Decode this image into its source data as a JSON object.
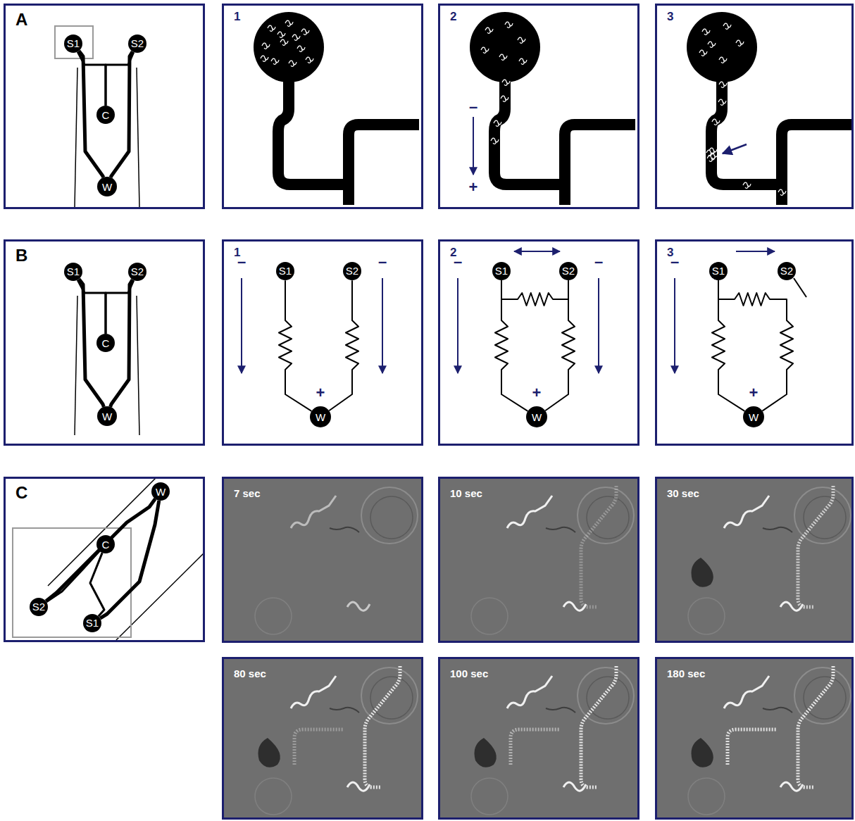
{
  "diagram": {
    "nodes": [
      {
        "text": [
          "A"
        ]
      },
      {
        "text": [
          "S1"
        ],
        "in": 0
      },
      {
        "text": [
          "S2"
        ],
        "in": 0
      },
      {
        "text": [
          "C"
        ],
        "in": 0
      },
      {
        "text": [
          "W"
        ],
        "in": 0
      },
      {
        "text": [
          "1"
        ]
      },
      {
        "text": [
          "2"
        ]
      },
      {
        "text": [
          "3"
        ]
      },
      {
        "text": [
          "B"
        ]
      },
      {
        "text": [
          "S1"
        ],
        "in": 8
      },
      {
        "text": [
          "S2"
        ],
        "in": 8
      },
      {
        "text": [
          "C"
        ],
        "in": 8
      },
      {
        "text": [
          "W"
        ],
        "in": 8
      },
      {
        "text": [
          "1"
        ]
      },
      {
        "text": [
          "S1"
        ],
        "in": 13
      },
      {
        "text": [
          "S2"
        ],
        "in": 13
      },
      {
        "text": [
          "W"
        ],
        "in": 13
      },
      {
        "text": [
          "2"
        ]
      },
      {
        "text": [
          "S1"
        ],
        "in": 17
      },
      {
        "text": [
          "S2"
        ],
        "in": 17
      },
      {
        "text": [
          "W"
        ],
        "in": 17
      },
      {
        "text": [
          "3"
        ]
      },
      {
        "text": [
          "S1"
        ],
        "in": 21
      },
      {
        "text": [
          "S2"
        ],
        "in": 21
      },
      {
        "text": [
          "W"
        ],
        "in": 21
      },
      {
        "text": [
          "C"
        ]
      },
      {
        "text": [
          "W"
        ],
        "in": 25
      },
      {
        "text": [
          "C"
        ],
        "in": 25
      },
      {
        "text": [
          "S2"
        ],
        "in": 25
      },
      {
        "text": [
          "S1"
        ],
        "in": 25
      },
      {
        "text": [
          "7 sec"
        ]
      },
      {
        "text": [
          "10 sec"
        ]
      },
      {
        "text": [
          "30 sec"
        ]
      },
      {
        "text": [
          "80 sec"
        ]
      },
      {
        "text": [
          "100 sec"
        ]
      },
      {
        "text": [
          "180 sec"
        ]
      }
    ],
    "edges": [
      {
        "from": 1,
        "to": 4,
        "arrow": "none"
      },
      {
        "from": 2,
        "to": 4,
        "arrow": "none"
      },
      {
        "from": 3,
        "to": 1,
        "arrow": "none"
      },
      {
        "from": 3,
        "to": 2,
        "arrow": "none"
      },
      {
        "from": 9,
        "to": 12,
        "arrow": "none"
      },
      {
        "from": 10,
        "to": 12,
        "arrow": "none"
      },
      {
        "from": 11,
        "to": 9,
        "arrow": "none"
      },
      {
        "from": 11,
        "to": 10,
        "arrow": "none"
      },
      {
        "from": 14,
        "to": 16,
        "arrow": "none"
      },
      {
        "from": 15,
        "to": 16,
        "arrow": "none"
      },
      {
        "from": 18,
        "to": 20,
        "arrow": "none"
      },
      {
        "from": 19,
        "to": 20,
        "arrow": "none"
      },
      {
        "from": 18,
        "to": 19,
        "arrow": "none"
      },
      {
        "from": 22,
        "to": 24,
        "arrow": "none"
      },
      {
        "from": 22,
        "to": 24,
        "arrow": "none"
      },
      {
        "from": 29,
        "to": 26,
        "arrow": "none"
      },
      {
        "from": 28,
        "to": 26,
        "arrow": "none"
      },
      {
        "from": 27,
        "to": 29,
        "arrow": "none"
      },
      {
        "from": 27,
        "to": 28,
        "arrow": "none"
      }
    ],
    "labels": [
      "–",
      "+",
      "–",
      "–",
      "+",
      "–",
      "–",
      "+",
      "–",
      "+"
    ]
  }
}
